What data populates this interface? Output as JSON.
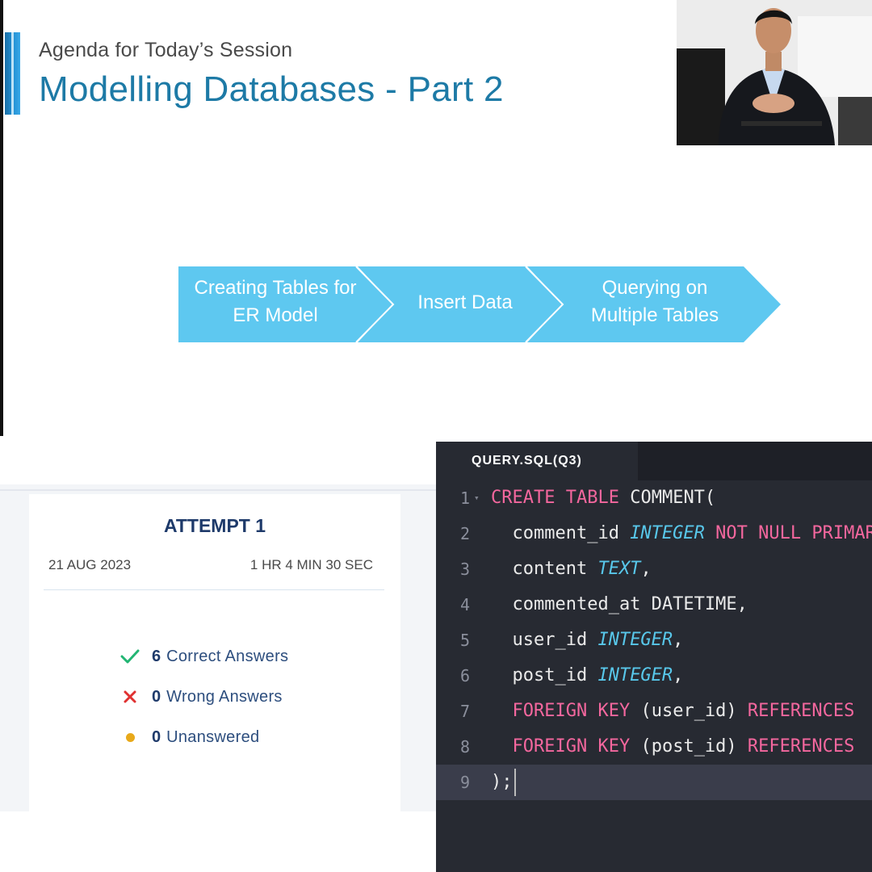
{
  "slide": {
    "agenda_label": "Agenda for Today’s Session",
    "title": "Modelling Databases - Part 2",
    "steps": [
      {
        "line1": "Creating Tables for",
        "line2": "ER Model"
      },
      {
        "line1": "Insert Data"
      },
      {
        "line1": "Querying on",
        "line2": "Multiple Tables"
      }
    ],
    "accent_color": "#1d7aa6",
    "step_color": "#5ec8f0"
  },
  "attempt": {
    "title": "ATTEMPT 1",
    "date": "21 AUG 2023",
    "duration": "1 HR 4 MIN 30 SEC",
    "correct": {
      "count": "6",
      "label": "Correct Answers",
      "icon": "check-icon"
    },
    "wrong": {
      "count": "0",
      "label": "Wrong Answers",
      "icon": "cross-icon"
    },
    "unanswered": {
      "count": "0",
      "label": "Unanswered",
      "icon": "dot-icon"
    }
  },
  "editor": {
    "tab_label": "QUERY.SQL(Q3)",
    "lines": [
      {
        "num": "1",
        "tokens": [
          {
            "t": "CREATE",
            "c": "kw"
          },
          {
            "t": " "
          },
          {
            "t": "TABLE",
            "c": "kw"
          },
          {
            "t": " COMMENT("
          }
        ]
      },
      {
        "num": "2",
        "tokens": [
          {
            "t": "  comment_id "
          },
          {
            "t": "INTEGER",
            "c": "ty"
          },
          {
            "t": " "
          },
          {
            "t": "NOT",
            "c": "kw"
          },
          {
            "t": " "
          },
          {
            "t": "NULL",
            "c": "kw"
          },
          {
            "t": " "
          },
          {
            "t": "PRIMARY KEY",
            "c": "kw"
          },
          {
            "t": ","
          }
        ]
      },
      {
        "num": "3",
        "tokens": [
          {
            "t": "  content "
          },
          {
            "t": "TEXT",
            "c": "ty"
          },
          {
            "t": ","
          }
        ]
      },
      {
        "num": "4",
        "tokens": [
          {
            "t": "  commented_at DATETIME,"
          }
        ]
      },
      {
        "num": "5",
        "tokens": [
          {
            "t": "  user_id "
          },
          {
            "t": "INTEGER",
            "c": "ty"
          },
          {
            "t": ","
          }
        ]
      },
      {
        "num": "6",
        "tokens": [
          {
            "t": "  post_id "
          },
          {
            "t": "INTEGER",
            "c": "ty"
          },
          {
            "t": ","
          }
        ]
      },
      {
        "num": "7",
        "tokens": [
          {
            "t": "  "
          },
          {
            "t": "FOREIGN",
            "c": "kw"
          },
          {
            "t": " "
          },
          {
            "t": "KEY",
            "c": "kw"
          },
          {
            "t": " (user_id) "
          },
          {
            "t": "REFERENCES",
            "c": "kw"
          }
        ]
      },
      {
        "num": "8",
        "tokens": [
          {
            "t": "  "
          },
          {
            "t": "FOREIGN",
            "c": "kw"
          },
          {
            "t": " "
          },
          {
            "t": "KEY",
            "c": "kw"
          },
          {
            "t": " (post_id) "
          },
          {
            "t": "REFERENCES",
            "c": "kw"
          }
        ]
      },
      {
        "num": "9",
        "tokens": [
          {
            "t": ");"
          }
        ]
      }
    ],
    "active_line": 9,
    "keyword_color": "#f4679e",
    "type_color": "#58c7ea"
  }
}
